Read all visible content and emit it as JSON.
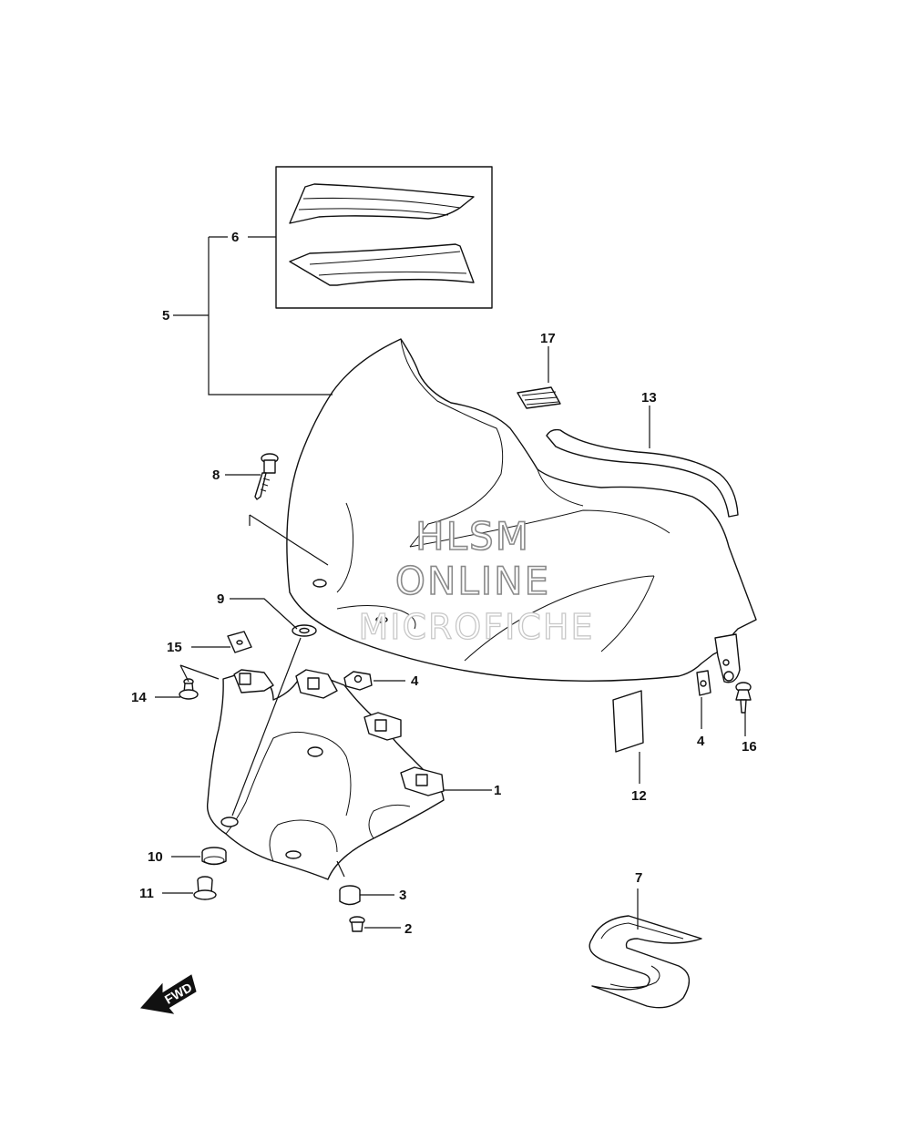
{
  "labels": {
    "p1": "1",
    "p2": "2",
    "p3": "3",
    "p4a": "4",
    "p4b": "4",
    "p5": "5",
    "p6": "6",
    "p7": "7",
    "p8": "8",
    "p9": "9",
    "p10": "10",
    "p11": "11",
    "p12": "12",
    "p13": "13",
    "p14": "14",
    "p15": "15",
    "p16": "16",
    "p17": "17"
  },
  "watermark": {
    "line1": "HLSM",
    "line2": "ONLINE",
    "line3": "MICROFICHE"
  },
  "fwd": "FWD",
  "colors": {
    "line": "#111111",
    "background": "#ffffff",
    "watermark": "#8a8a8a"
  }
}
